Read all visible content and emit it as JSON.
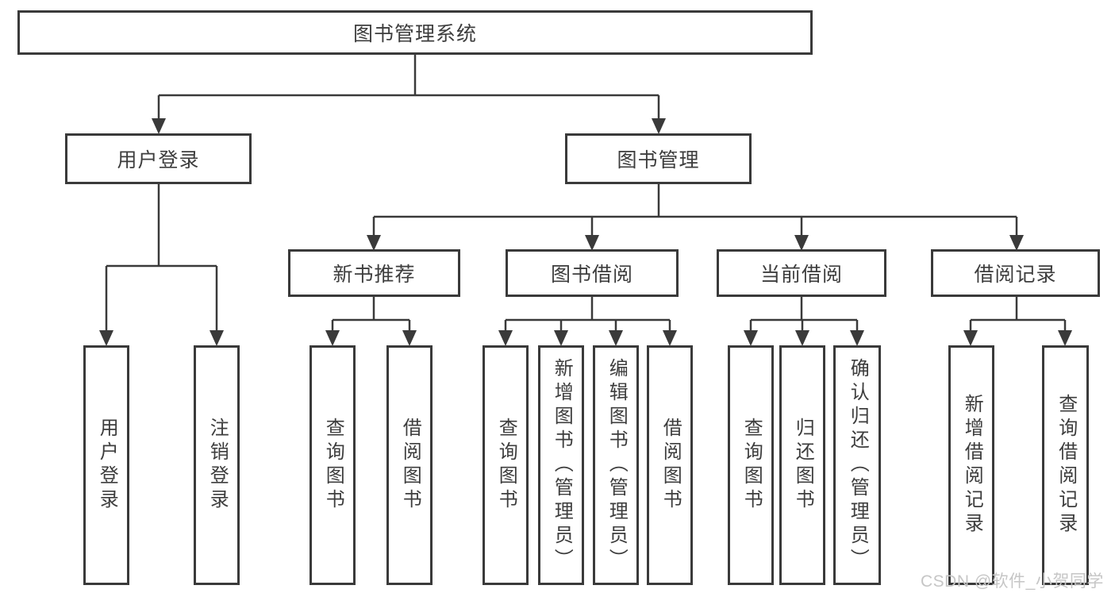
{
  "nodes": {
    "root": "图书管理系统",
    "user_login": "用户登录",
    "book_mgmt": "图书管理",
    "new_book_rec": "新书推荐",
    "book_borrow": "图书借阅",
    "current_borrow": "当前借阅",
    "borrow_records": "借阅记录",
    "ul_login": "用户登录",
    "ul_logout": "注销登录",
    "nbr_query": "查询图书",
    "nbr_borrow": "借阅图书",
    "bb_query": "查询图书",
    "bb_add": "新增图书（管理员）",
    "bb_edit": "编辑图书（管理员）",
    "bb_borrow": "借阅图书",
    "cb_query": "查询图书",
    "cb_return": "归还图书",
    "cb_confirm": "确认归还（管理员）",
    "br_add": "新增借阅记录",
    "br_query": "查询借阅记录"
  },
  "tree": {
    "图书管理系统": {
      "用户登录": [
        "用户登录",
        "注销登录"
      ],
      "图书管理": {
        "新书推荐": [
          "查询图书",
          "借阅图书"
        ],
        "图书借阅": [
          "查询图书",
          "新增图书（管理员）",
          "编辑图书（管理员）",
          "借阅图书"
        ],
        "当前借阅": [
          "查询图书",
          "归还图书",
          "确认归还（管理员）"
        ],
        "借阅记录": [
          "新增借阅记录",
          "查询借阅记录"
        ]
      }
    }
  },
  "watermark": "CSDN @软件_小贺同学",
  "colors": {
    "line": "#3a3a3a",
    "border": "#3a3a3a",
    "text": "#3d3d3d",
    "watermark": "#c6c6c6",
    "background": "#ffffff"
  }
}
